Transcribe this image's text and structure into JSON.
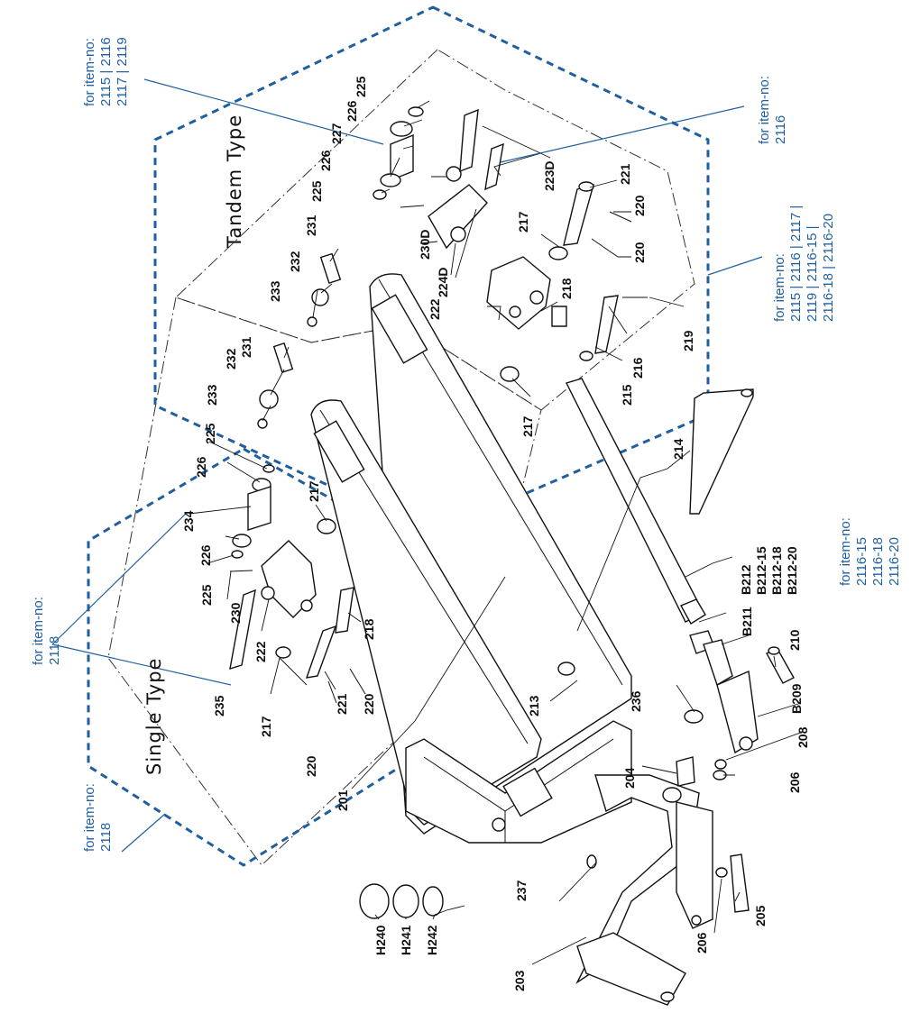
{
  "titles": {
    "tandem": "Tandem Type",
    "single": "Single Type"
  },
  "notes": {
    "n1": [
      "for item-no:",
      "2115 | 2116",
      "2117 | 2119"
    ],
    "n2": [
      "for item-no:",
      "2116"
    ],
    "n3": [
      "for item-no:",
      "2115 | 2116 | 2117 |",
      "2119 | 2116-15 |",
      "2116-18 | 2116-20"
    ],
    "n4": [
      "for item-no:",
      "2118"
    ],
    "n5": [
      "for item-no:",
      "2118"
    ],
    "n6": [
      "for item-no:",
      "2116-15",
      "2116-18",
      "2116-20"
    ]
  },
  "b212": [
    "B212",
    "B212-15",
    "B212-18",
    "B212-20"
  ],
  "labels": {
    "l225a": "225",
    "l226a": "226",
    "l227": "227",
    "l226b": "226",
    "l225b": "225",
    "l231a": "231",
    "l232a": "232",
    "l233a": "233",
    "l230d": "230D",
    "l224d": "224D",
    "l223d": "223D",
    "l221a": "221",
    "l220a": "220",
    "l220b": "220",
    "l217a": "217",
    "l222a": "222",
    "l218a": "218",
    "l219": "219",
    "l216": "216",
    "l215": "215",
    "l217b": "217",
    "l214": "214",
    "l231b": "231",
    "l232b": "232",
    "l233b": "233",
    "l225c": "225",
    "l226c": "226",
    "l234": "234",
    "l226d": "226",
    "l225d": "225",
    "l230": "230",
    "l235": "235",
    "l222b": "222",
    "l217c": "217",
    "l217d": "217",
    "l218b": "218",
    "l221b": "221",
    "l220c": "220",
    "l220d": "220",
    "l213": "213",
    "l201": "201",
    "l211": "B211",
    "l210": "210",
    "l209": "B209",
    "l208": "208",
    "l236": "236",
    "l204": "204",
    "l206a": "206",
    "l206b": "206",
    "l205": "205",
    "l237": "237",
    "l203": "203",
    "lh240": "H240",
    "lh241": "H241",
    "lh242": "H242"
  }
}
